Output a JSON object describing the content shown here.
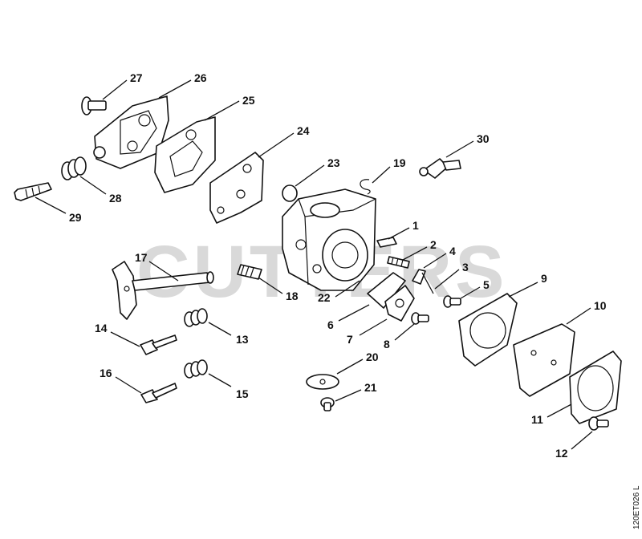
{
  "watermark": "CUTTERS",
  "drawing_code": "120ET026 L",
  "callouts": [
    {
      "id": "27",
      "label": "27"
    },
    {
      "id": "26",
      "label": "26"
    },
    {
      "id": "25",
      "label": "25"
    },
    {
      "id": "24",
      "label": "24"
    },
    {
      "id": "23",
      "label": "23"
    },
    {
      "id": "19",
      "label": "19"
    },
    {
      "id": "30",
      "label": "30"
    },
    {
      "id": "28",
      "label": "28"
    },
    {
      "id": "29",
      "label": "29"
    },
    {
      "id": "1",
      "label": "1"
    },
    {
      "id": "2",
      "label": "2"
    },
    {
      "id": "4",
      "label": "4"
    },
    {
      "id": "3",
      "label": "3"
    },
    {
      "id": "5",
      "label": "5"
    },
    {
      "id": "9",
      "label": "9"
    },
    {
      "id": "10",
      "label": "10"
    },
    {
      "id": "17",
      "label": "17"
    },
    {
      "id": "18",
      "label": "18"
    },
    {
      "id": "22",
      "label": "22"
    },
    {
      "id": "6",
      "label": "6"
    },
    {
      "id": "7",
      "label": "7"
    },
    {
      "id": "8",
      "label": "8"
    },
    {
      "id": "14",
      "label": "14"
    },
    {
      "id": "13",
      "label": "13"
    },
    {
      "id": "20",
      "label": "20"
    },
    {
      "id": "21",
      "label": "21"
    },
    {
      "id": "16",
      "label": "16"
    },
    {
      "id": "15",
      "label": "15"
    },
    {
      "id": "11",
      "label": "11"
    },
    {
      "id": "12",
      "label": "12"
    }
  ]
}
